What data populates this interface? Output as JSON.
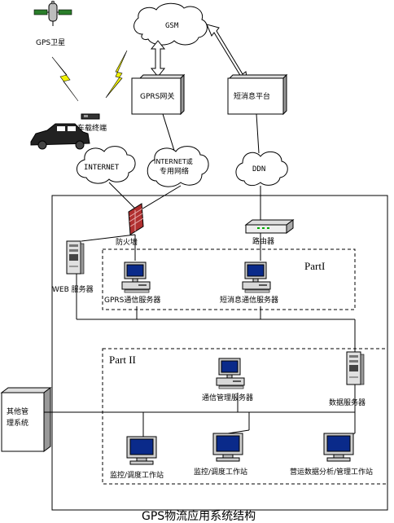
{
  "labels": {
    "gps_satellite": "GPS卫星",
    "vehicle_terminal": "车载终端",
    "gsm": "GSM",
    "gprs_gateway": "GPRS网关",
    "sms_platform": "短消息平台",
    "internet_cloud": "INTERNET",
    "internet_or_private_1": "INTERNET或",
    "internet_or_private_2": "专用网络",
    "ddn": "DDN",
    "firewall": "防火墙",
    "router": "路由器",
    "web_server": "WEB 服务器",
    "part1": "PartI",
    "gprs_comm_server": "GPRS通信服务器",
    "sms_comm_server": "短消息通信服务器",
    "part2": "Part II",
    "comm_mgmt_server": "通信管理服务器",
    "data_server": "数据服务器",
    "other_system_1": "其他管",
    "other_system_2": "理系统",
    "monitor_station_1": "监控/调度工作站",
    "monitor_station_2": "监控/调度工作站",
    "analysis_station": "营运数据分析/管理工作站",
    "caption": "GPS物流应用系统结构"
  }
}
